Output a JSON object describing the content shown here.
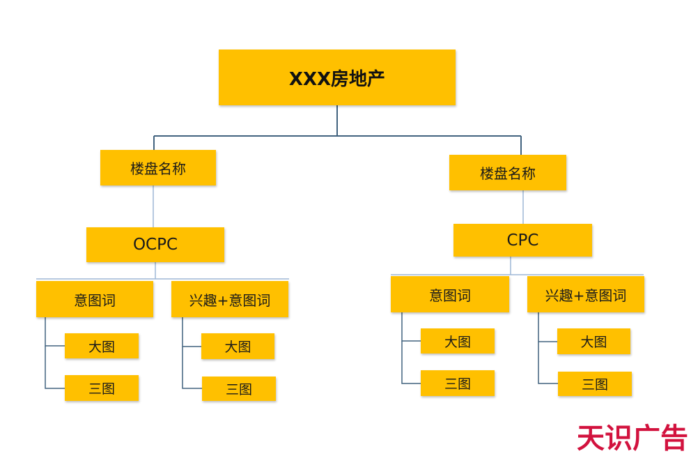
{
  "diagram": {
    "root": {
      "label": "XXX房地产"
    },
    "branches": [
      {
        "project": "楼盘名称",
        "bidding": "OCPC",
        "groups": [
          {
            "label": "意图词",
            "items": [
              "大图",
              "三图"
            ]
          },
          {
            "label": "兴趣+意图词",
            "items": [
              "大图",
              "三图"
            ]
          }
        ]
      },
      {
        "project": "楼盘名称",
        "bidding": "CPC",
        "groups": [
          {
            "label": "意图词",
            "items": [
              "大图",
              "三图"
            ]
          },
          {
            "label": "兴趣+意图词",
            "items": [
              "大图",
              "三图"
            ]
          }
        ]
      }
    ],
    "colors": {
      "box": "#FFC000",
      "line_dark": "#41627E",
      "line_light": "#9DB7D5",
      "watermark": "#D2123E"
    }
  },
  "watermark": {
    "text": "天识广告"
  }
}
